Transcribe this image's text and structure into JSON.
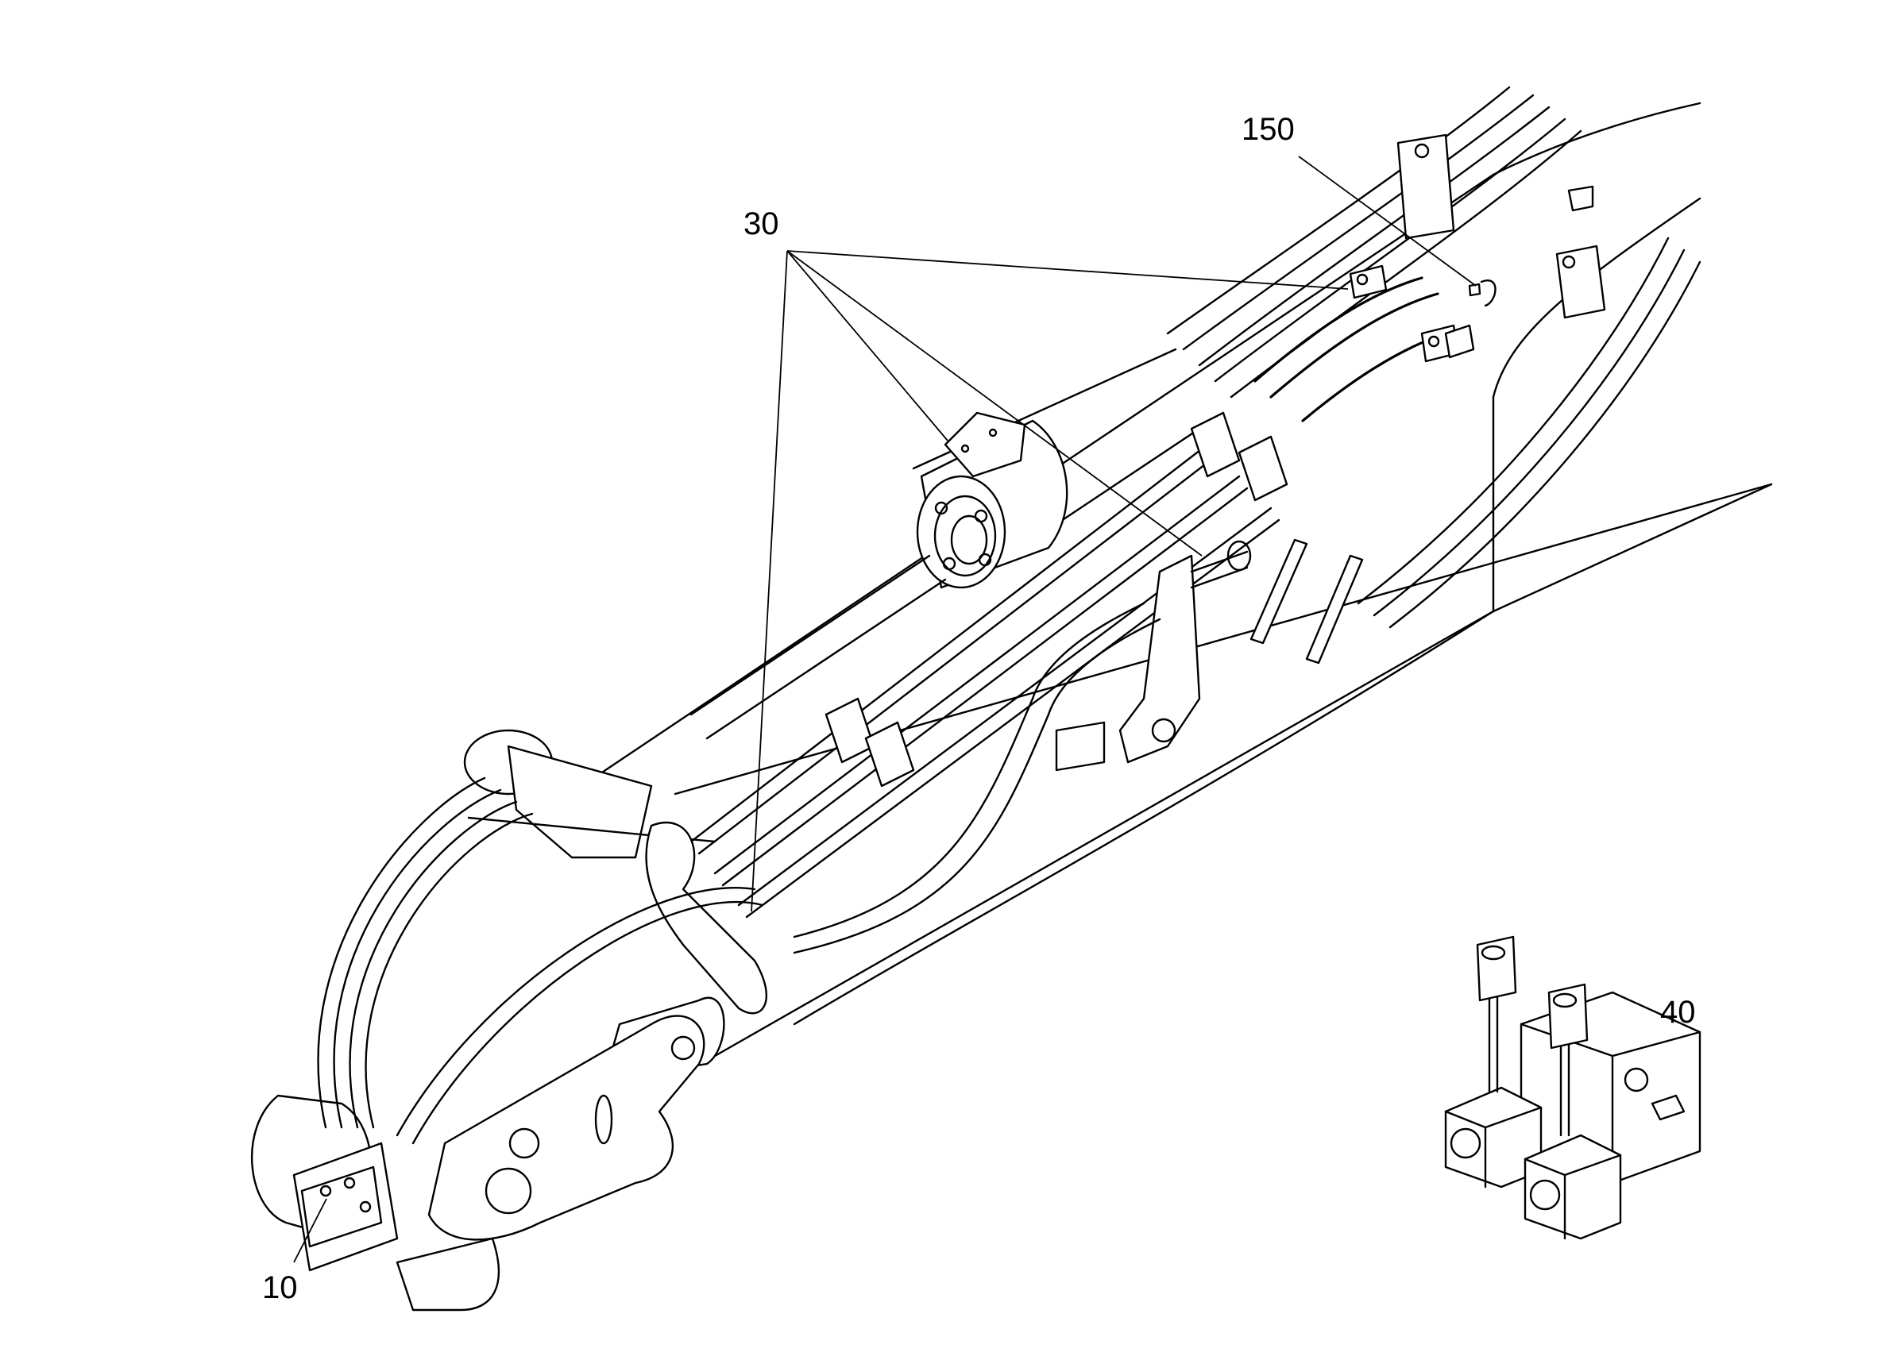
{
  "callouts": {
    "c10": "10",
    "c30": "30",
    "c40": "40",
    "c150": "150"
  }
}
